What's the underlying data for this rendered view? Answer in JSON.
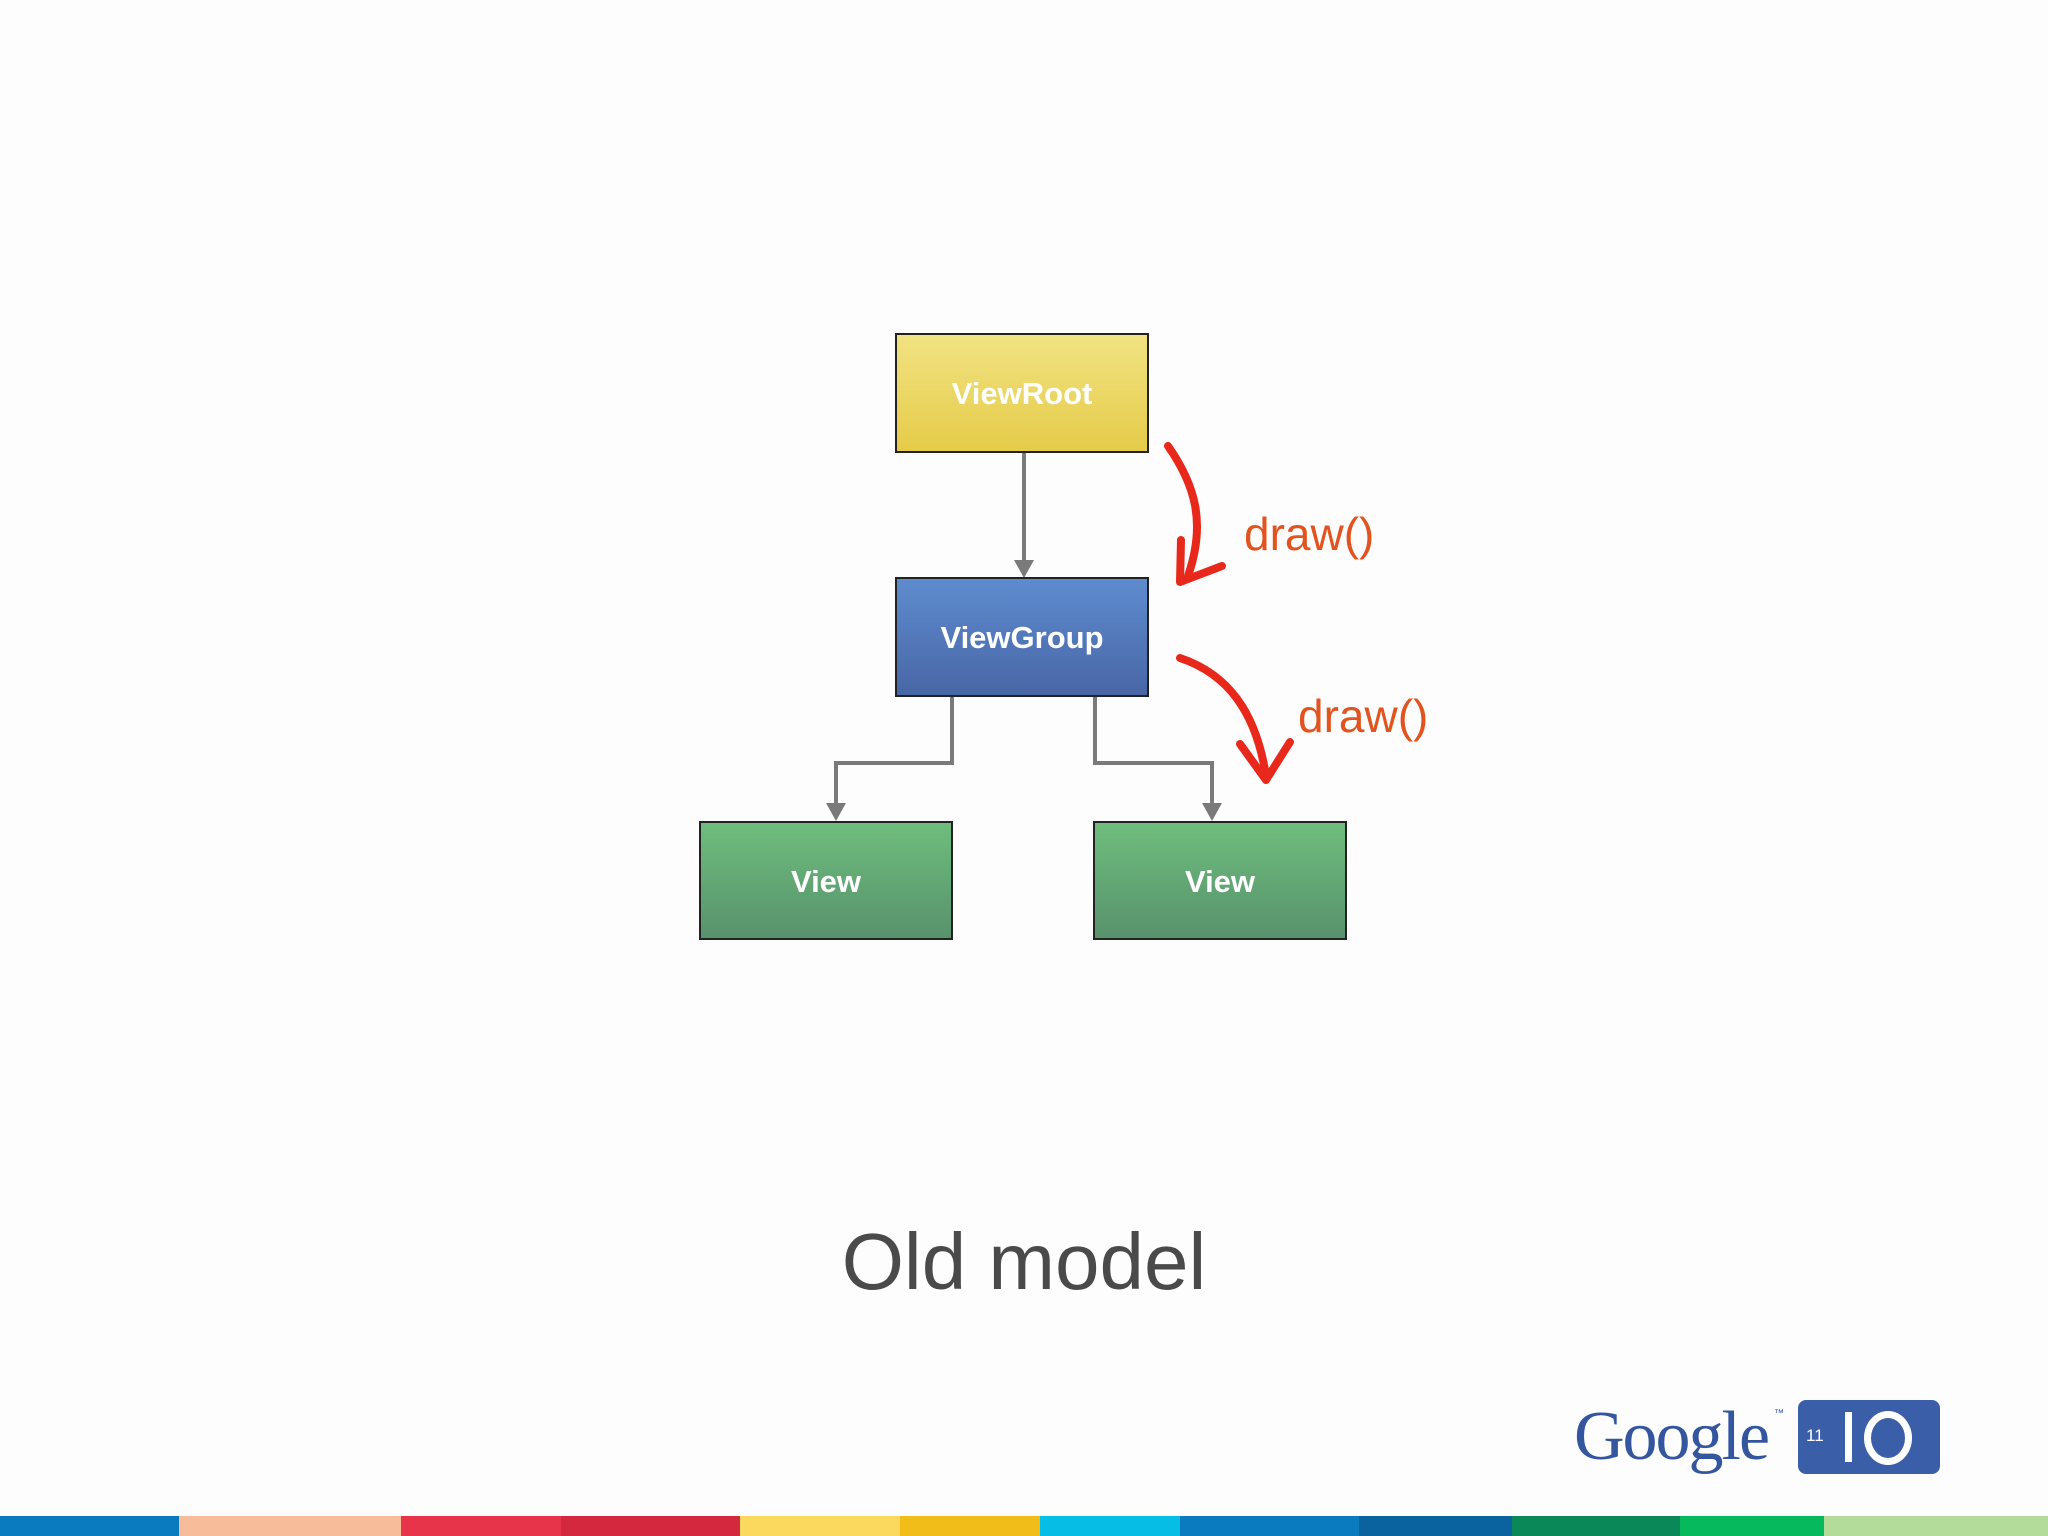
{
  "diagram": {
    "nodes": {
      "view_root": "ViewRoot",
      "view_group": "ViewGroup",
      "view_left": "View",
      "view_right": "View"
    },
    "calls": {
      "root_to_group": "draw()",
      "group_to_view": "draw()"
    },
    "colors": {
      "view_root": "#ecd55a",
      "view_group": "#5078bc",
      "view": "#62ab76",
      "connector": "#7a7a7a",
      "draw_arrow": "#e8281b",
      "draw_label": "#e2541f"
    }
  },
  "caption": "Old model",
  "logo": {
    "brand": "Google",
    "trademark": "™",
    "badge_year": "11",
    "badge_text": "I/O"
  },
  "footer_stripe_colors": [
    "#0a7bbf",
    "#f7bc9a",
    "#e8344a",
    "#d3283d",
    "#fbd95f",
    "#f0bd19",
    "#06bde6",
    "#0a7bbf",
    "#0a639e",
    "#0a8857",
    "#06b95d",
    "#b3dc9a"
  ]
}
